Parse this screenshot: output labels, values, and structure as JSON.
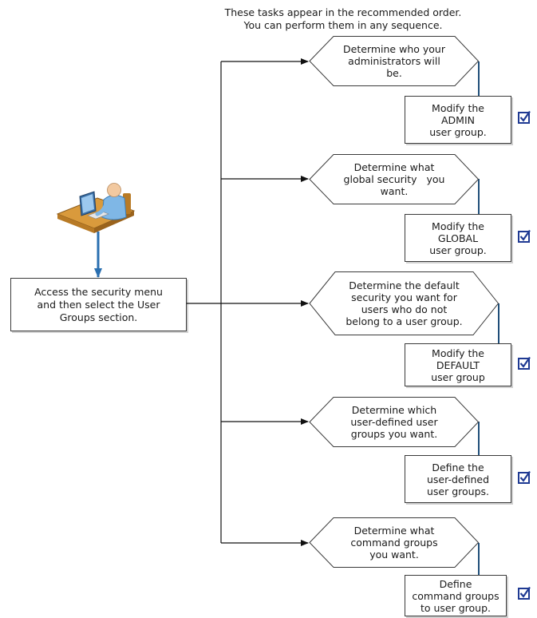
{
  "note": {
    "line1": "These tasks appear in the recommended order.",
    "line2": "You can perform them in any sequence."
  },
  "start": {
    "line1": "Access the security menu",
    "line2": "and then select the User",
    "line3": "Groups section."
  },
  "icons": {
    "user": "user-at-computer-icon",
    "check": "checked-checkbox-icon"
  },
  "colors": {
    "connector": "#1f4e79",
    "checkbox": "#1f3a93",
    "user_arrow": "#3c8cc8"
  },
  "tasks": [
    {
      "decision": [
        "Determine who your",
        "administrators will",
        "be."
      ],
      "action": [
        "Modify the",
        "ADMIN",
        "user group."
      ]
    },
    {
      "decision": [
        "Determine what",
        "global security   you",
        "want."
      ],
      "action": [
        "Modify the",
        "GLOBAL",
        "user group."
      ]
    },
    {
      "decision": [
        "Determine the default",
        "security you want for",
        "users who do not",
        "belong to a user group."
      ],
      "action": [
        "Modify the",
        "DEFAULT",
        "user group"
      ]
    },
    {
      "decision": [
        "Determine which",
        "user-defined user",
        "groups you want."
      ],
      "action": [
        "Define the",
        "user-defined",
        "user groups."
      ]
    },
    {
      "decision": [
        "Determine what",
        "command groups",
        "you want."
      ],
      "action": [
        "Define",
        "command groups",
        "to user group."
      ]
    }
  ]
}
